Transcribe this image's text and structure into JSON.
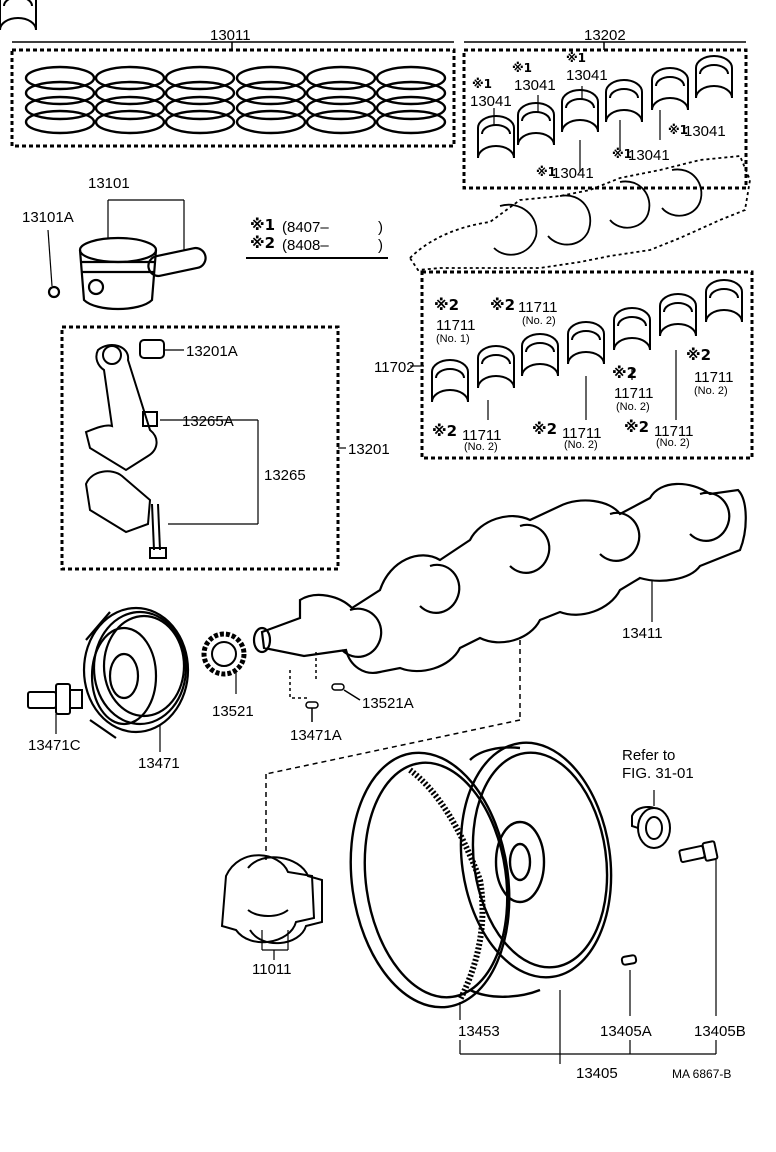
{
  "legend": {
    "note1_mark": "※1",
    "note1_text": "(8407–",
    "note1_close": ")",
    "note2_mark": "※2",
    "note2_text": "(8408–",
    "note2_close": ")"
  },
  "parts": {
    "rings": "13011",
    "con_rod_bearing_set": "13202",
    "bearing_13041": "13041",
    "mark_1": "※1",
    "mark_2": "※2",
    "piston": "13101",
    "piston_pin_clip": "13101A",
    "con_rod_bushing": "13201A",
    "con_rod_nut": "13265A",
    "con_rod_bolt": "13265",
    "con_rod_assy": "13201",
    "main_bearing_set": "11702",
    "main_bearing": "11711",
    "no1": "(No. 1)",
    "no2": "(No. 2)",
    "crankshaft": "13411",
    "crank_gear": "13521",
    "crank_key": "13521A",
    "pulley_bolt": "13471C",
    "pulley": "13471",
    "pulley_key": "13471A",
    "thrust_washers": "11011",
    "refer_line1": "Refer to",
    "refer_line2": "FIG. 31-01",
    "ring_gear": "13453",
    "flywheel_pin": "13405A",
    "flywheel_bolt": "13405B",
    "flywheel": "13405",
    "drawing_ref": "MA  6867-B"
  }
}
